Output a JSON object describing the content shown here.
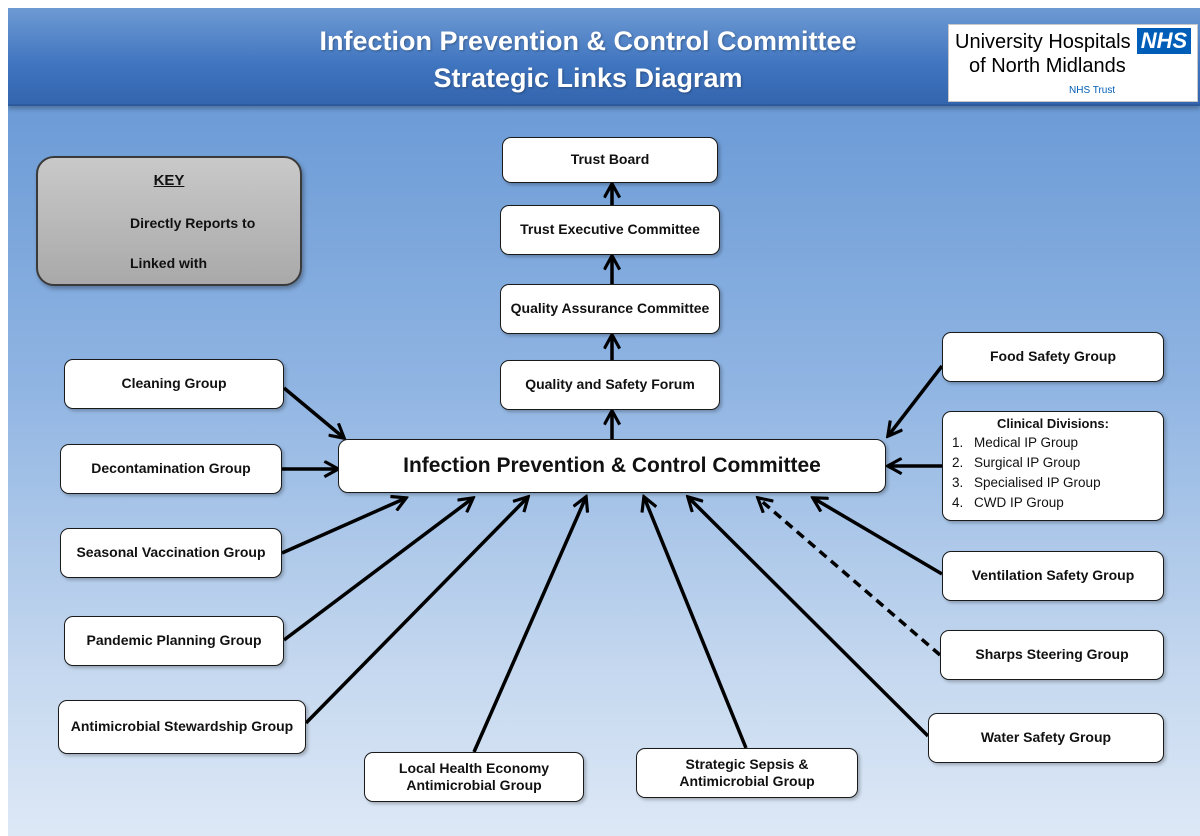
{
  "header": {
    "title_line1": "Infection Prevention & Control Committee",
    "title_line2": "Strategic Links Diagram"
  },
  "logo": {
    "line1": "University Hospitals",
    "line2": "of North Midlands",
    "nhs_mark": "NHS",
    "trust_text": "NHS Trust"
  },
  "key": {
    "title": "KEY",
    "direct_label": "Directly Reports to",
    "linked_label": "Linked with"
  },
  "nodes": {
    "main": "Infection Prevention & Control Committee",
    "trust_board": "Trust Board",
    "trust_executive": "Trust Executive Committee",
    "quality_assurance": "Quality Assurance Committee",
    "quality_safety": "Quality and Safety Forum",
    "cleaning": "Cleaning Group",
    "decontamination": "Decontamination Group",
    "seasonal_vaccination": "Seasonal Vaccination Group",
    "pandemic_planning": "Pandemic Planning Group",
    "antimicrobial_stewardship": "Antimicrobial Stewardship Group",
    "local_health_economy": "Local Health Economy Antimicrobial Group",
    "strategic_sepsis": "Strategic Sepsis & Antimicrobial Group",
    "food_safety": "Food Safety Group",
    "ventilation_safety": "Ventilation Safety Group",
    "sharps_steering": "Sharps Steering Group",
    "water_safety": "Water Safety Group"
  },
  "clinical_divisions": {
    "title": "Clinical Divisions:",
    "items": [
      {
        "num": "1.",
        "label": "Medical IP Group"
      },
      {
        "num": "2.",
        "label": "Surgical IP Group"
      },
      {
        "num": "3.",
        "label": "Specialised IP Group"
      },
      {
        "num": "4.",
        "label": "CWD IP Group"
      }
    ]
  },
  "links": [
    {
      "from": "quality_safety",
      "to": "quality_assurance",
      "type": "direct"
    },
    {
      "from": "quality_assurance",
      "to": "trust_executive",
      "type": "direct"
    },
    {
      "from": "trust_executive",
      "to": "trust_board",
      "type": "direct"
    },
    {
      "from": "main",
      "to": "quality_safety",
      "type": "direct"
    },
    {
      "from": "cleaning",
      "to": "main",
      "type": "direct"
    },
    {
      "from": "decontamination",
      "to": "main",
      "type": "direct"
    },
    {
      "from": "seasonal_vaccination",
      "to": "main",
      "type": "direct"
    },
    {
      "from": "pandemic_planning",
      "to": "main",
      "type": "direct"
    },
    {
      "from": "antimicrobial_stewardship",
      "to": "main",
      "type": "direct"
    },
    {
      "from": "local_health_economy",
      "to": "main",
      "type": "direct"
    },
    {
      "from": "strategic_sepsis",
      "to": "main",
      "type": "direct"
    },
    {
      "from": "food_safety",
      "to": "main",
      "type": "direct"
    },
    {
      "from": "clinical_divisions",
      "to": "main",
      "type": "direct"
    },
    {
      "from": "ventilation_safety",
      "to": "main",
      "type": "direct"
    },
    {
      "from": "sharps_steering",
      "to": "main",
      "type": "linked"
    },
    {
      "from": "water_safety",
      "to": "main",
      "type": "direct"
    }
  ]
}
